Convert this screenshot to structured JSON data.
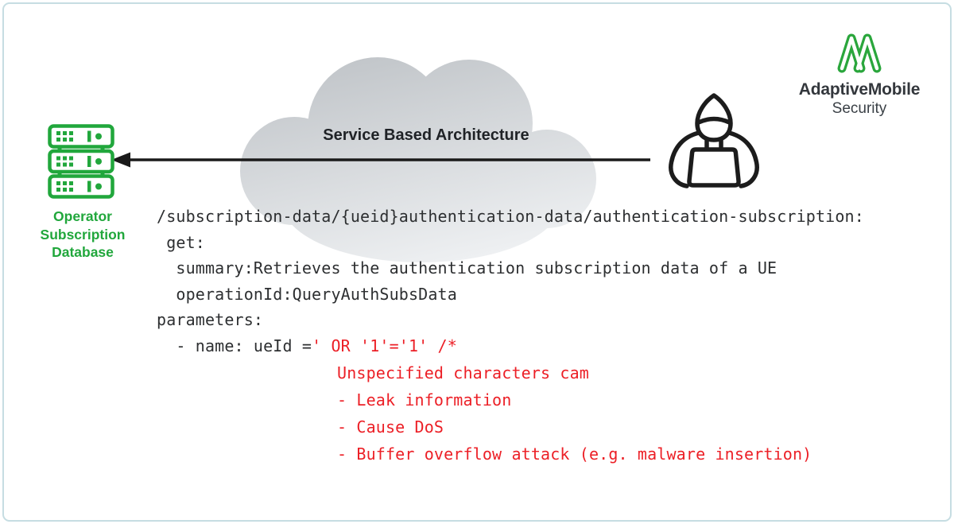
{
  "page": {
    "background": "#ffffff",
    "border_color": "#c6dde2"
  },
  "logo": {
    "mark_icon": "adaptivemobile-loops-icon",
    "brand_line1": "AdaptiveMobile",
    "brand_line2": "Security",
    "green": "#2aa63c",
    "text_color": "#33373c"
  },
  "database": {
    "icon": "server-rack-icon",
    "label_lines": [
      "Operator",
      "Subscription",
      "Database"
    ],
    "green": "#21a73c"
  },
  "cloud": {
    "shape": "cloud-shape",
    "title": "Service Based Architecture",
    "gradient_top": "#c2c6ca",
    "gradient_bottom": "#eef0f2"
  },
  "arrow": {
    "icon": "left-arrow",
    "direction": "right-to-left",
    "color": "#1a1a1a"
  },
  "attacker": {
    "icon": "hacker-laptop-icon",
    "color": "#1c1c1c"
  },
  "code": {
    "text_color": "#2d2f31",
    "highlight_color": "#ec1f26",
    "lines": [
      {
        "text": "/subscription-data/{ueid}authentication-data/authentication-subscription:"
      },
      {
        "text": " get:"
      },
      {
        "text": "  summary:Retrieves the authentication subscription data of a UE"
      },
      {
        "text": "  operationId:QueryAuthSubsData"
      },
      {
        "text": "parameters:"
      },
      {
        "black": "  - name: ueId =",
        "red": "' OR '1'='1' /*"
      }
    ],
    "injection_notes": [
      "Unspecified characters cam",
      "- Leak information",
      "- Cause DoS",
      "- Buffer overflow attack (e.g. malware insertion)"
    ]
  }
}
